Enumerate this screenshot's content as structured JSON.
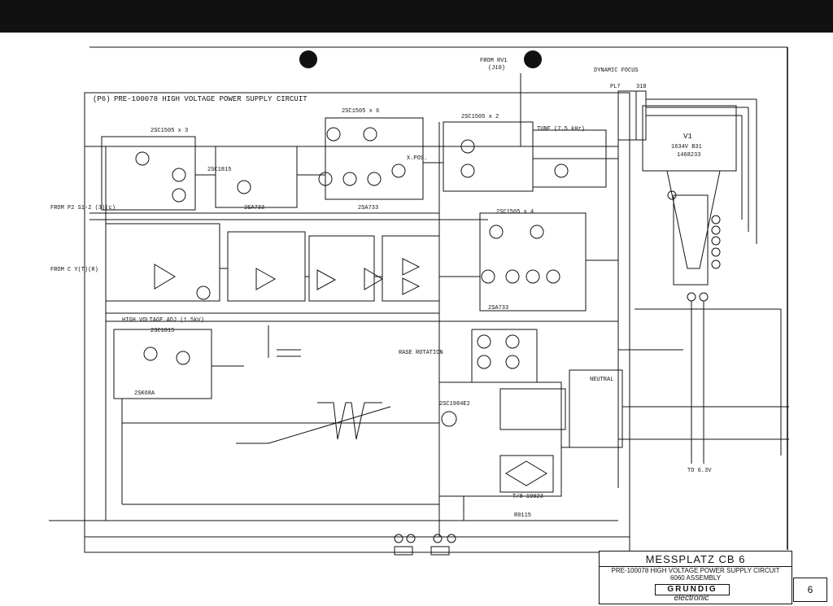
{
  "title": "PRE-100078 HIGH VOLTAGE POWER SUPPLY CIRCUIT",
  "title_prefix": "(P6)",
  "top_labels": {
    "from_rv1": "FROM RV1",
    "from_rv1_sub": "(J10)",
    "dynamic_focus": "DYNAMIC FOCUS",
    "plug": "PL7",
    "plug2": "318"
  },
  "left_labels": {
    "input1": "FROM P2 S1-2 (3)(c)",
    "input2": "FROM C Y(T)(R)"
  },
  "section_labels": [
    "2SC1505 x 3",
    "2SC1505 x 6",
    "2SC1505 x 2",
    "2SC1505 x 4",
    "2SC1815",
    "2SC1815",
    "2SA733",
    "2SA733",
    "2SA733",
    "2SK68A",
    "2SC1984E2",
    "HIGH VOLTAGE ADJ (1.5kV)",
    "TUNE (7.5 kHz)",
    "V1",
    "X.POS.",
    "RASE ROTATION",
    "NEUTRAL"
  ],
  "tube_labels": [
    "1634V B31",
    "1468233"
  ],
  "bottom_labels": {
    "to_63v": "TO 6.3V",
    "r0115": "R0115",
    "t18_19023": "T/8-19023"
  },
  "title_block": {
    "name": "MESSPLATZ  CB  6",
    "subtitle": "PRE-100078 HIGH VOLTAGE POWER SUPPLY CIRCUIT",
    "subtitle2": "6060 ASSEMBLY",
    "brand": "GRUNDIG",
    "brand_sub": "electronic",
    "page": "6"
  }
}
